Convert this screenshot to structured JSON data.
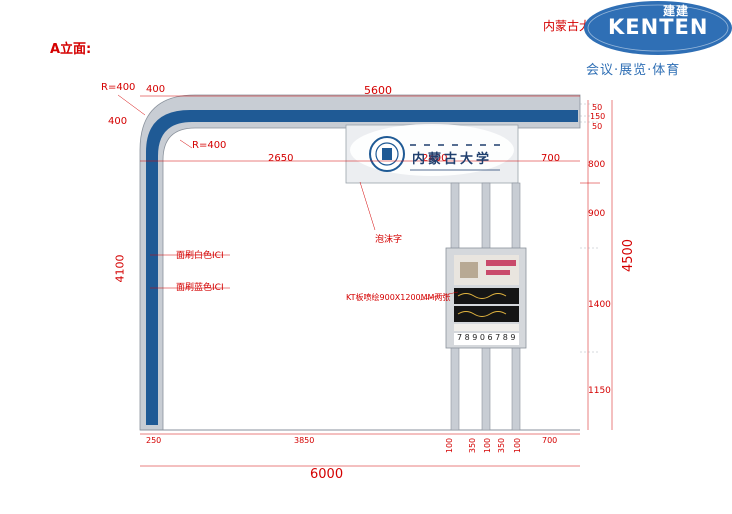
{
  "header": {
    "elevation_title": "A立面:",
    "university_label": "内蒙古大学"
  },
  "brand": {
    "cn_name": "建建",
    "en_name": "KENTEN",
    "tagline": "会议·展览·体育",
    "color": "#2f6fb5"
  },
  "colors": {
    "accent_blue": "#1f5a95",
    "dimension_red": "#d40000",
    "frame_grey": "#c8cdd4"
  },
  "dimensions": {
    "top": {
      "r1": "R=400",
      "d400": "400",
      "d5600": "5600"
    },
    "left": {
      "d400": "400",
      "r2": "R=400",
      "d4100": "4100"
    },
    "inner": {
      "d2650": "2650",
      "d2400": "2400",
      "d700": "700"
    },
    "right_top": {
      "d50a": "50",
      "d150": "150",
      "d50b": "50"
    },
    "right": {
      "d800": "800",
      "d900": "900",
      "d1400": "1400",
      "d1150": "1150",
      "d4500": "4500"
    },
    "bottom": {
      "d250": "250",
      "d3850": "3850",
      "d100a": "100",
      "d350a": "350",
      "d100b": "100",
      "d350b": "350",
      "d100c": "100",
      "d700": "700",
      "total": "6000"
    }
  },
  "annotations": {
    "white_paint": "面刷白色ICI",
    "blue_paint": "面刷蓝色ICI",
    "foam_letters": "泡沫字",
    "kt_board": "KT板喷绘900X1200MM两张"
  },
  "sign": {
    "university_name": "内蒙古大学"
  },
  "board": {
    "footer_digits": "7 8 9 0 6 7 8 9"
  }
}
